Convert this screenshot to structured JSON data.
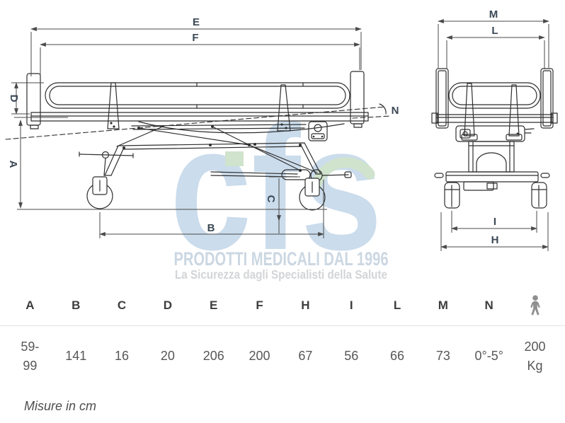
{
  "watermark": {
    "logo_text": "cfs",
    "line1": "PRODOTTI MEDICALI DAL 1996",
    "line2": "La Sicurezza dagli Specialisti della Salute"
  },
  "drawing": {
    "labels": {
      "A": "A",
      "B": "B",
      "C": "C",
      "D": "D",
      "E": "E",
      "F": "F",
      "H": "H",
      "I": "I",
      "L": "L",
      "M": "M",
      "N": "N"
    }
  },
  "table": {
    "columns": [
      {
        "header": "A",
        "value": "59-99"
      },
      {
        "header": "B",
        "value": "141"
      },
      {
        "header": "C",
        "value": "16"
      },
      {
        "header": "D",
        "value": "20"
      },
      {
        "header": "E",
        "value": "206"
      },
      {
        "header": "F",
        "value": "200"
      },
      {
        "header": "H",
        "value": "67"
      },
      {
        "header": "I",
        "value": "56"
      },
      {
        "header": "L",
        "value": "66"
      },
      {
        "header": "M",
        "value": "73"
      },
      {
        "header": "N",
        "value": "0°-5°"
      },
      {
        "header": "max-load",
        "icon": "person-icon",
        "value": "200 Kg"
      }
    ]
  },
  "footer": {
    "note": "Misure in cm"
  },
  "colors": {
    "line": "#2e2e2e",
    "dim_line": "#4a4a4a",
    "dim_label": "#3a4754",
    "logo_blue": "#cbdcec",
    "logo_green": "#d0e3cc",
    "tag1": "#cbd7e2",
    "tag2": "#d2d4d6",
    "divider": "#e4e4e4",
    "header_text": "#3d3d3d",
    "value_text": "#575757",
    "icon_gray": "#8f8f8f"
  }
}
